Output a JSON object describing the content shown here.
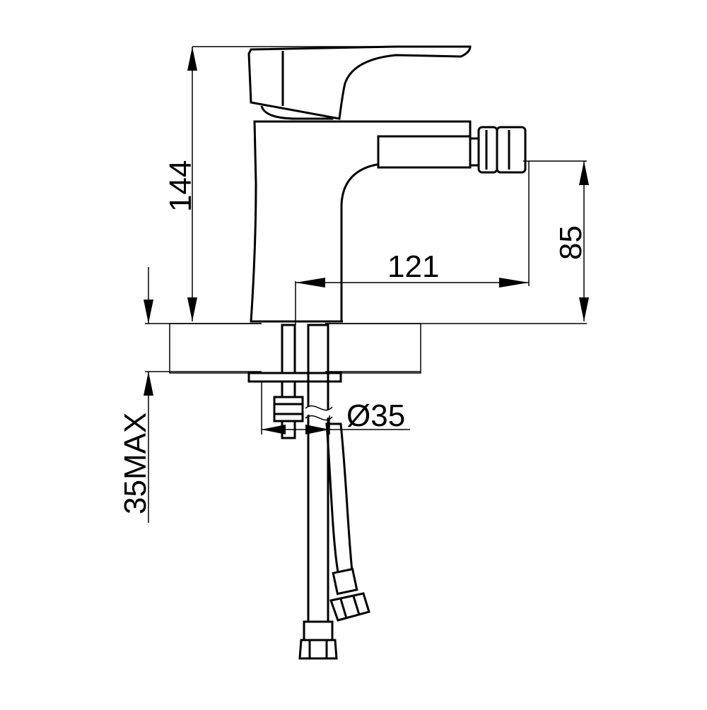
{
  "dimensions": {
    "height_total": "144",
    "spout_height": "85",
    "spout_reach": "121",
    "hole_diameter": "Ø35",
    "max_thickness": "35MAX"
  }
}
